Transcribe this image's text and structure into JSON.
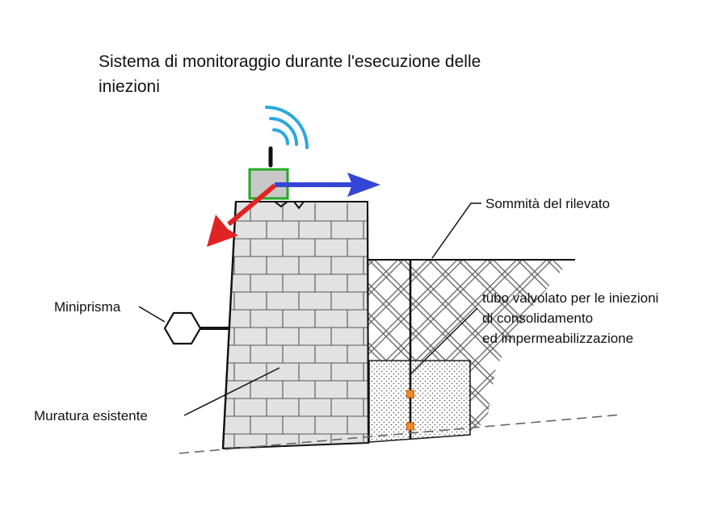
{
  "title": {
    "line1": "Sistema di monitoraggio durante l'esecuzione delle",
    "line2": "iniezioni"
  },
  "labels": {
    "crest": "Sommità del rilevato",
    "pipe_line1": "tubo valvolato per le iniezioni",
    "pipe_line2": "di consolidamento",
    "pipe_line3": "ed impermeabilizzazione",
    "miniprism": "Miniprisma",
    "wall": "Muratura esistente"
  },
  "icons": {
    "sensor": "wireless-tilt-sensor-icon",
    "signal": "wifi-signal-icon",
    "prism": "hexagon-prism-icon"
  },
  "colors": {
    "sensor_border": "#22aa22",
    "signal": "#29a8e0",
    "axis_x": "#3346d6",
    "axis_y": "#e02424",
    "valve": "#f08a24",
    "brick_fill": "#e2e2e2",
    "line": "#111111"
  }
}
